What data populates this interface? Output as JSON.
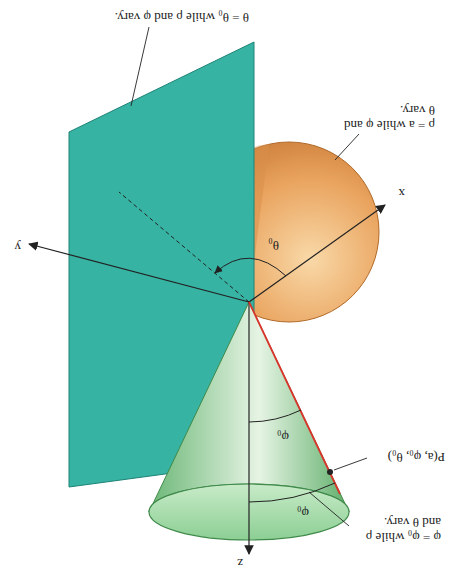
{
  "diagram": {
    "labels": [
      "θ = θ₀ while ρ and φ vary.",
      "ρ = a while φ and θ vary.",
      "x",
      "y",
      "θ₀",
      "φ = φ₀ while ρ and θ vary.",
      "φ₀",
      "φ₀",
      "P(a, φ₀, θ₀)",
      "z"
    ]
  }
}
